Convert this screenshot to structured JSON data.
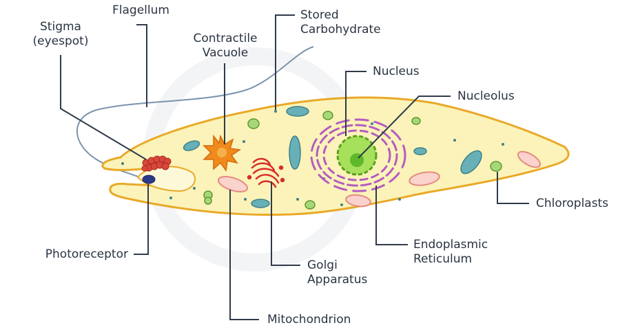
{
  "labels": {
    "flagellum": "Flagellum",
    "stigma": "Stigma\n(eyespot)",
    "contractile_vacuole": "Contractile\nVacuole",
    "stored_carbohydrate": "Stored\nCarbohydrate",
    "nucleus": "Nucleus",
    "nucleolus": "Nucleolus",
    "chloroplasts": "Chloroplasts",
    "photoreceptor": "Photoreceptor",
    "endoplasmic_reticulum": "Endoplasmic\nReticulum",
    "golgi_apparatus": "Golgi\nApparatus",
    "mitochondrion": "Mitochondrion"
  },
  "colors": {
    "cell_fill": "#fbf3b9",
    "cell_outline": "#e9a928",
    "chloroplast": "#7fc24c",
    "stored_carbohydrate": "#5fa7b0",
    "nucleolus": "#8bd13a",
    "er": "#b45cc1",
    "golgi": "#d92c2c",
    "vacuole": "#f08a1c",
    "mitochondrion": "#f4a7a0",
    "stigma": "#d9473a",
    "photoreceptor": "#283a8a",
    "leader_line": "#2f3a4a",
    "label_text": "#2a3442"
  }
}
